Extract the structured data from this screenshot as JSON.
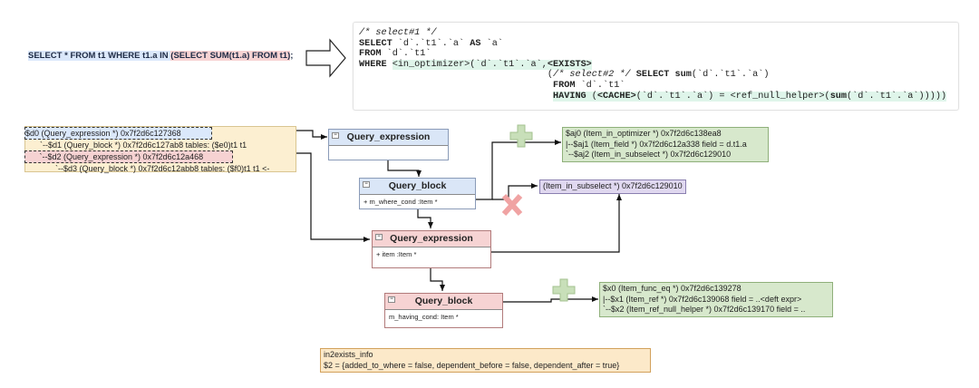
{
  "sql_statement": {
    "part_outer": "SELECT * FROM t1 WHERE t1.a IN ",
    "part_subquery": "(SELECT SUM(t1.a) FROM t1)",
    "terminator": ";"
  },
  "arrow_icon": "right-arrow-icon",
  "rewritten_query": {
    "lines": [
      {
        "segments": [
          {
            "t": "/* select#1 */",
            "s": "cm"
          }
        ]
      },
      {
        "segments": [
          {
            "t": "SELECT",
            "s": "kw"
          },
          {
            "t": " `d`.`t1`.`a` ",
            "s": ""
          },
          {
            "t": "AS",
            "s": "kw"
          },
          {
            "t": " `a`",
            "s": ""
          }
        ]
      },
      {
        "segments": [
          {
            "t": "FROM",
            "s": "kw"
          },
          {
            "t": " `d`.`t1`",
            "s": ""
          }
        ]
      },
      {
        "segments": [
          {
            "t": "WHERE",
            "s": "kw"
          },
          {
            "t": " ",
            "s": ""
          },
          {
            "t": "<in_optimizer>(`d`.`t1`.`a`,",
            "s": "hl"
          },
          {
            "t": "<EXISTS>",
            "s": "hl kw"
          }
        ]
      },
      {
        "segments": [
          {
            "t": "                                  (",
            "s": ""
          },
          {
            "t": "/* select#2 */",
            "s": "cm"
          },
          {
            "t": " ",
            "s": ""
          },
          {
            "t": "SELECT",
            "s": "kw"
          },
          {
            "t": " ",
            "s": ""
          },
          {
            "t": "sum",
            "s": "kw"
          },
          {
            "t": "(`d`.`t1`.`a`)",
            "s": ""
          }
        ]
      },
      {
        "segments": [
          {
            "t": "                                   ",
            "s": ""
          },
          {
            "t": "FROM",
            "s": "kw"
          },
          {
            "t": " `d`.`t1`",
            "s": ""
          }
        ]
      },
      {
        "segments": [
          {
            "t": "                                   ",
            "s": ""
          },
          {
            "t": "HAVING",
            "s": "hl kw"
          },
          {
            "t": " (",
            "s": "hl"
          },
          {
            "t": "<CACHE>",
            "s": "hl kw"
          },
          {
            "t": "(`d`.`t1`.`a`) = <ref_null_helper>(",
            "s": "hl"
          },
          {
            "t": "sum",
            "s": "hl kw"
          },
          {
            "t": "(`d`.`t1`.`a`)))))",
            "s": "hl"
          }
        ]
      }
    ]
  },
  "debug_tree": [
    "$d0 (Query_expression *) 0x7f2d6c127368",
    "`--$d1 (Query_block *) 0x7f2d6c127ab8 tables: ($e0)t1 t1",
    "   `--$d2 (Query_expression *) 0x7f2d6c12a468",
    "      `--$d3 (Query_block *) 0x7f2d6c12abb8 tables: ($f0)t1 t1 <-"
  ],
  "nodes": {
    "outer_query_expression": {
      "title": "Query_expression",
      "body": ""
    },
    "outer_query_block": {
      "title": "Query_block",
      "body": "+ m_where_cond :Item *"
    },
    "inner_query_expression": {
      "title": "Query_expression",
      "body": "+ item :Item *"
    },
    "inner_query_block": {
      "title": "Query_block",
      "body": "m_having_cond: Item *"
    }
  },
  "in_optimizer_tree": [
    "$aj0 (Item_in_optimizer *) 0x7f2d6c138ea8",
    "|--$aj1 (Item_field *) 0x7f2d6c12a338 field = d.t1.a",
    "`--$aj2 (Item_in_subselect *) 0x7f2d6c129010"
  ],
  "in_subselect_box": "(Item_in_subselect *) 0x7f2d6c129010",
  "func_eq_tree": [
    "$x0 (Item_func_eq *) 0x7f2d6c139278",
    "|--$x1 (Item_ref *) 0x7f2d6c139068 field = ..<deft expr>",
    "`--$x2 (Item_ref_null_helper *) 0x7f2d6c139170 field = .."
  ],
  "in2exists_info": {
    "title": "in2exists_info",
    "value": "$2 = {added_to_where = false, dependent_before = false, dependent_after = true}"
  },
  "markers": {
    "added_icon": "plus-icon",
    "removed_icon": "x-icon"
  },
  "colors": {
    "blue_node": "#dae6f7",
    "pink_node": "#f6d3d3",
    "green_box": "#d7e8cc",
    "purple_box": "#e0d8f0",
    "orange_box": "#fce9c9",
    "code_highlight": "#dff5ea",
    "plus_marker": "#c8dfb9",
    "x_marker": "#f0a8a8"
  }
}
